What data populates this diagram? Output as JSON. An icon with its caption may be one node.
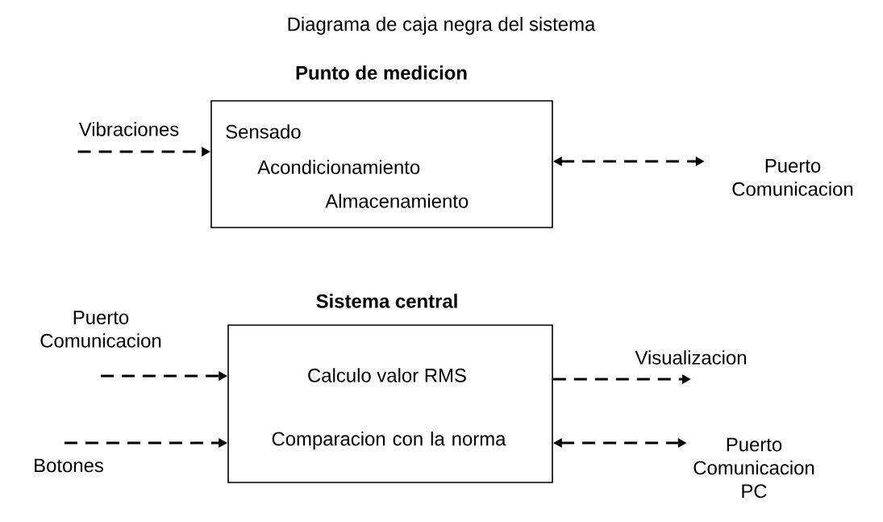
{
  "diagram": {
    "title": "Diagrama de caja negra del sistema",
    "nodes": [
      {
        "text": [
          "Punto de medicion",
          "Sensado",
          "Acondicionamiento",
          "Almacenamiento"
        ]
      },
      {
        "text": [
          "Vibraciones"
        ]
      },
      {
        "text": [
          "Puerto Comunicacion"
        ]
      },
      {
        "text": [
          "Sistema central",
          "Calculo valor  RMS",
          "Comparacion con la norma"
        ]
      },
      {
        "text": [
          "Puerto Comunicacion"
        ]
      },
      {
        "text": [
          "Botones"
        ]
      },
      {
        "text": [
          "Visualizacion"
        ]
      },
      {
        "text": [
          "Puerto Comunicacion PC"
        ]
      }
    ],
    "edges": [
      {
        "from": 1,
        "to": 0,
        "arrow": "to"
      },
      {
        "from": 0,
        "to": 2,
        "arrow": "both"
      },
      {
        "from": 4,
        "to": 3,
        "arrow": "to"
      },
      {
        "from": 5,
        "to": 3,
        "arrow": "to"
      },
      {
        "from": 3,
        "to": 6,
        "arrow": "to"
      },
      {
        "from": 3,
        "to": 7,
        "arrow": "both"
      }
    ]
  }
}
